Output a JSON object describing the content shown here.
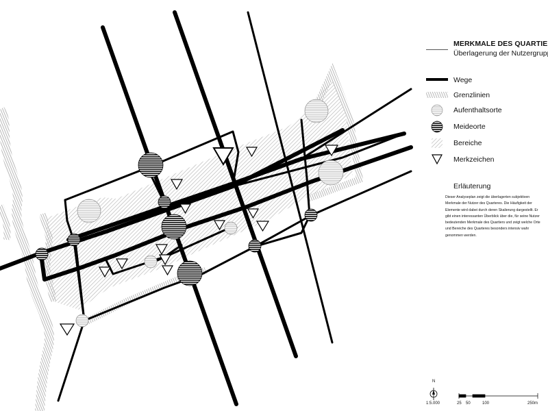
{
  "legend": {
    "title": "MERKMALE DES QUARTIERS",
    "subtitle": "Überlagerung der Nutzergruppen",
    "items": [
      {
        "key": "wege",
        "label": "Wege"
      },
      {
        "key": "grenzlinien",
        "label": "Grenzlinien"
      },
      {
        "key": "aufenthaltsorte",
        "label": "Aufenthaltsorte"
      },
      {
        "key": "meideorte",
        "label": "Meideorte"
      },
      {
        "key": "bereiche",
        "label": "Bereiche"
      },
      {
        "key": "merkzeichen",
        "label": "Merkzeichen"
      }
    ]
  },
  "explanation": {
    "heading": "Erläuterung",
    "text": "Dieser Analyseplan zeigt die überlagerten subjektiven Merkmale der Nutzer des Quarteres. Die Häufigkeit der Elemente wird dabei durch deren Skalierung dargestellt. Er gibt einen interessanten Überblick über die, für seine Nutzer bedeutenden Merkmale des Quartiers und zeigt welche Orte und Bereiche des Quarteres besonders intensiv wahr genommen werden."
  },
  "scale": {
    "north": "N",
    "ratio": "1:5.000",
    "ticks": [
      "25",
      "50",
      "100",
      "250m"
    ]
  },
  "colors": {
    "ink": "#000000",
    "hatch": "#aaaaaa",
    "paper": "#ffffff"
  },
  "icons": [
    "north-arrow-icon",
    "circle-icon",
    "striped-circle-icon",
    "triangle-icon"
  ]
}
